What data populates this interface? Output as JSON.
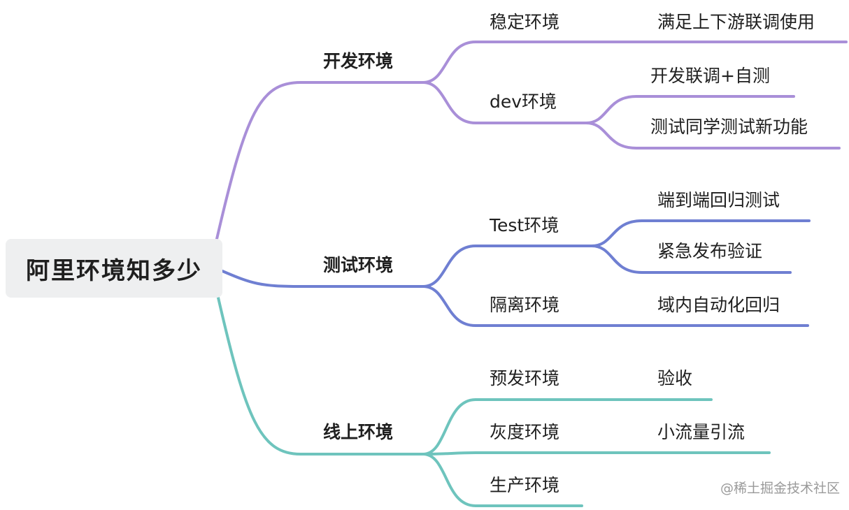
{
  "root": {
    "label": "阿里环境知多少"
  },
  "colors": {
    "dev": "#a98fd8",
    "test": "#6f7fd2",
    "online": "#6ec4bd"
  },
  "branches": [
    {
      "key": "dev",
      "label": "开发环境",
      "children": [
        {
          "label": "稳定环境",
          "children": [
            {
              "label": "满足上下游联调使用"
            }
          ]
        },
        {
          "label": "dev环境",
          "children": [
            {
              "label": "开发联调+自测"
            },
            {
              "label": "测试同学测试新功能"
            }
          ]
        }
      ]
    },
    {
      "key": "test",
      "label": "测试环境",
      "children": [
        {
          "label": "Test环境",
          "children": [
            {
              "label": "端到端回归测试"
            },
            {
              "label": "紧急发布验证"
            }
          ]
        },
        {
          "label": "隔离环境",
          "children": [
            {
              "label": "域内自动化回归"
            }
          ]
        }
      ]
    },
    {
      "key": "online",
      "label": "线上环境",
      "children": [
        {
          "label": "预发环境",
          "children": [
            {
              "label": "验收"
            }
          ]
        },
        {
          "label": "灰度环境",
          "children": [
            {
              "label": "小流量引流"
            }
          ]
        },
        {
          "label": "生产环境",
          "children": []
        }
      ]
    }
  ],
  "watermark": "@稀土掘金技术社区"
}
